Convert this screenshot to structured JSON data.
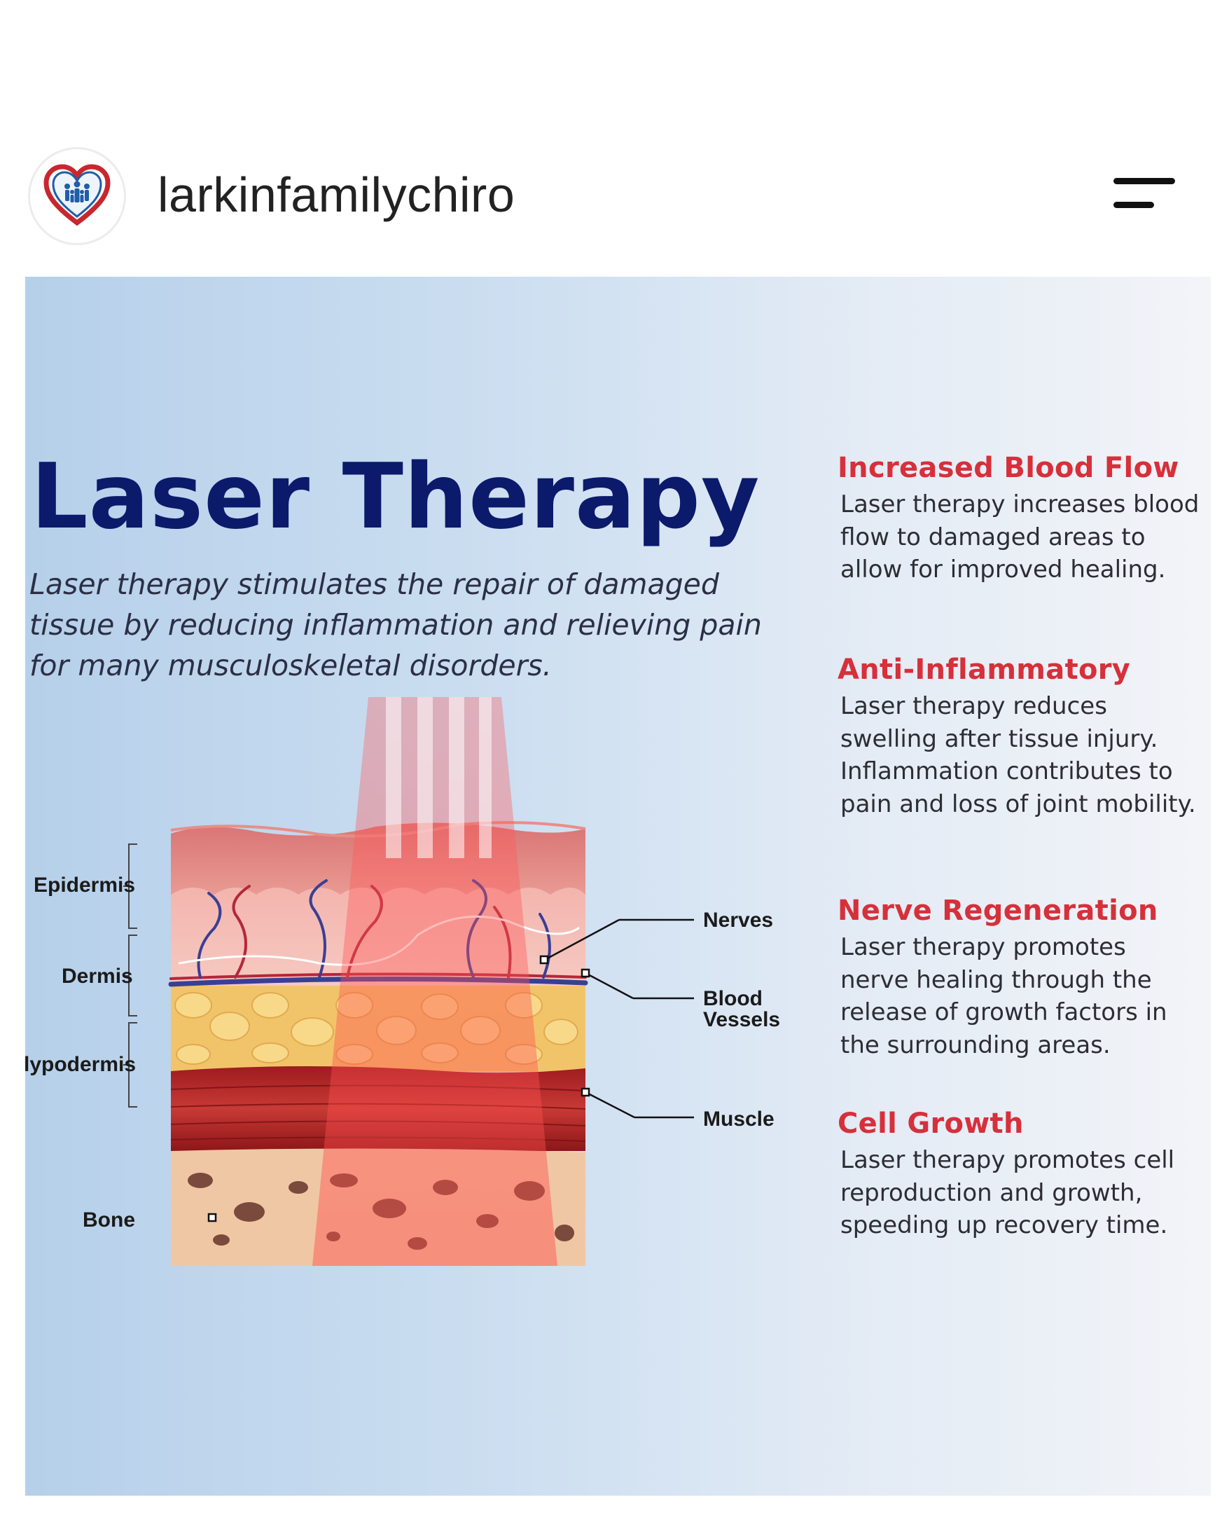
{
  "header": {
    "username": "larkinfamilychiro",
    "avatar_icon": "heart-logo-icon",
    "menu_icon": "hamburger-menu-icon"
  },
  "post": {
    "title": "Laser Therapy",
    "intro": "Laser therapy stimulates the repair of damaged tissue by reducing inflammation and relieving pain for many musculoskeletal disorders.",
    "diagram": {
      "left_labels": [
        "Epidermis",
        "Dermis",
        "lypodermis",
        "Bone"
      ],
      "right_labels": {
        "nerves": "Nerves",
        "blood_vessels_1": "Blood",
        "blood_vessels_2": "Vessels",
        "muscle": "Muscle"
      }
    },
    "benefits": [
      {
        "title": "Increased Blood Flow",
        "text": "Laser therapy increases blood flow to damaged areas to allow for improved healing."
      },
      {
        "title": "Anti-Inflammatory",
        "text": "Laser therapy reduces swelling after tissue injury. Inflammation contributes to pain and loss of joint mobility."
      },
      {
        "title": "Nerve Regeneration",
        "text": "Laser therapy promotes nerve healing through the release of growth factors in the surrounding areas."
      },
      {
        "title": "Cell Growth",
        "text": "Laser therapy promotes cell reproduction and growth, speeding up recovery time."
      }
    ],
    "colors": {
      "title": "#0b1a6b",
      "benefit_heading": "#d6303a",
      "background_left": "#b6d0ea",
      "background_right": "#f2f4f8"
    }
  }
}
